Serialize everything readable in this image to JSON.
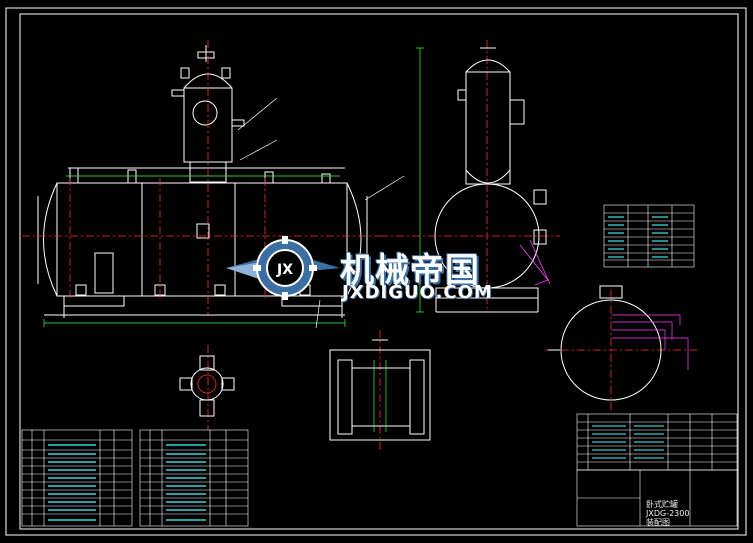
{
  "watermark": {
    "brand_cn": "机械帝国",
    "brand_en": "JXDIGUO.COM",
    "logo_letters": "JX"
  },
  "drawing": {
    "title_block_line1": "卧式贮罐",
    "title_block_line2": "JXDG-2300",
    "title_block_line3": "装配图"
  },
  "colors": {
    "background": "#000000",
    "frame": "#ffffff",
    "outline": "#ffffff",
    "centerline": "#ff3030",
    "dimension": "#40ff40",
    "leader": "#ff40ff",
    "table_line": "#ffffff",
    "table_text": "#40ffff",
    "watermark_accent": "#3b6fa3"
  }
}
